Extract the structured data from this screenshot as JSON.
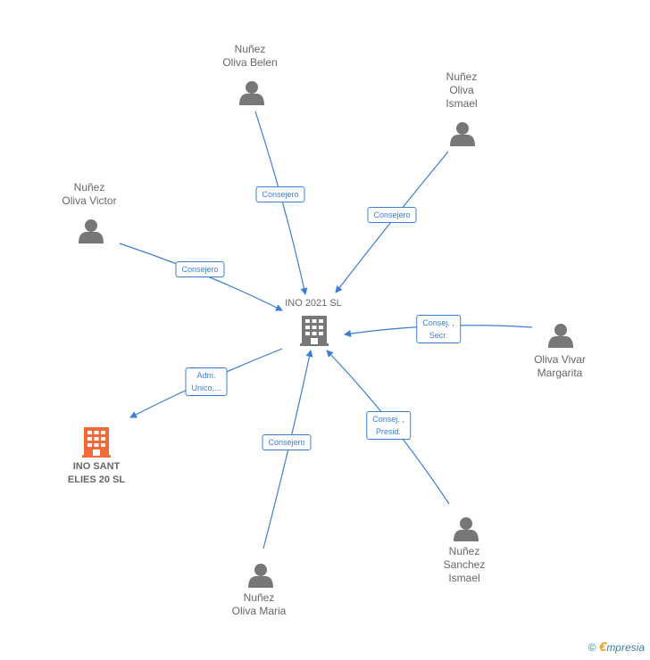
{
  "nodes": {
    "main": {
      "name": "INO 2021  SL"
    },
    "sub": {
      "name": "INO SANT\nELIES 20  SL"
    },
    "p_belen": {
      "name": "Nuñez\nOliva Belen"
    },
    "p_ismael1": {
      "name": "Nuñez\nOliva\nIsmael"
    },
    "p_victor": {
      "name": "Nuñez\nOliva Victor"
    },
    "p_margarita": {
      "name": "Oliva Vivar\nMargarita"
    },
    "p_ismael2": {
      "name": "Nuñez\nSanchez\nIsmael"
    },
    "p_maria": {
      "name": "Nuñez\nOliva Maria"
    }
  },
  "edges": {
    "belen": "Consejero",
    "ismael1": "Consejero",
    "victor": "Consejero",
    "margarita": "Consej. ,\nSecr.",
    "sub": "Adm.\nUnico,...",
    "ismael2": "Consej. ,\nPresid.",
    "maria": "Consejero"
  },
  "colors": {
    "edge": "#3d7fcf",
    "person": "#777777",
    "company_main": "#777777",
    "company_sub": "#f26a3a"
  },
  "brand": {
    "copyright": "©",
    "e": "€",
    "rest": "mpresia"
  }
}
